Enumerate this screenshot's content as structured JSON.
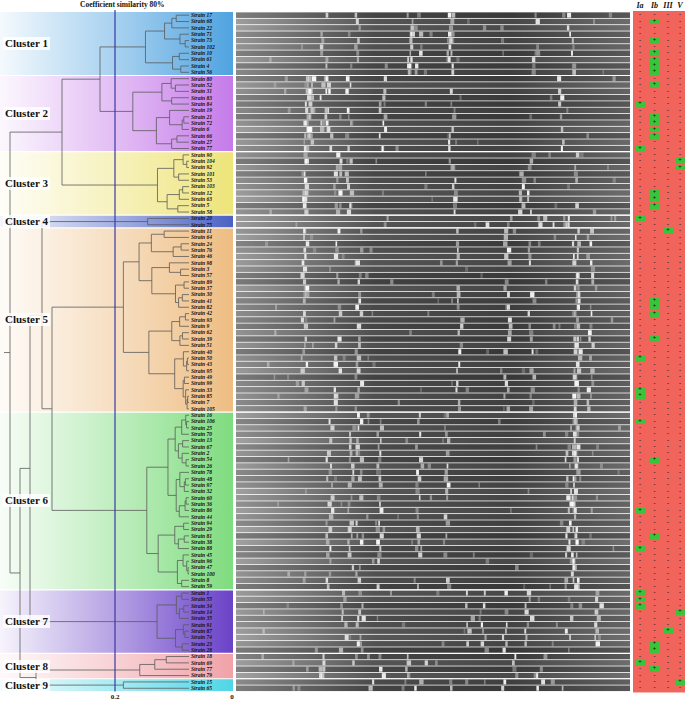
{
  "diagram": {
    "nodes": [
      {
        "text": [
          "Cluster 1",
          "Strain 17",
          "Strain 68",
          "Strain 22",
          "Strain 71",
          "Strain 73",
          "Strain 102",
          "Strain 10",
          "Strain 61",
          "Strain 4",
          "Strain 56"
        ]
      },
      {
        "text": [
          "Cluster 2",
          "Strain 80",
          "Strain 52",
          "Strain 31",
          "Strain 83",
          "Strain 84",
          "Strain 19",
          "Strain 21",
          "Strain 72",
          "Strain 6",
          "Strain 66",
          "Strain 27",
          "Strain 77"
        ]
      },
      {
        "text": [
          "Cluster 3",
          "Strain 90",
          "Strain 104",
          "Strain 92",
          "Strain 101",
          "Strain 53",
          "Strain 103",
          "Strain 12",
          "Strain 63",
          "Strain 5",
          "Strain 58"
        ]
      },
      {
        "text": [
          "Cluster 4",
          "Strain 20",
          "Strain 75"
        ]
      },
      {
        "text": [
          "Cluster 5",
          "Strain 11",
          "Strain 64",
          "Strain 24",
          "Strain 76",
          "Strain 46",
          "Strain 98",
          "Strain 3",
          "Strain 57",
          "Strain 89",
          "Strain 37",
          "Strain 30",
          "Strain 41",
          "Strain 82",
          "Strain 42",
          "Strain 93",
          "Strain 9",
          "Strain 62",
          "Strain 39",
          "Strain 51",
          "Strain 40",
          "Strain 50",
          "Strain 43",
          "Strain 95",
          "Strain 49",
          "Strain 99",
          "Strain 33",
          "Strain 85",
          "Strain 7",
          "Strain 105"
        ]
      },
      {
        "text": [
          "Cluster 6",
          "Strain 16",
          "Strain 106",
          "Strain 25",
          "Strain 70",
          "Strain 13",
          "Strain 67",
          "Strain 2",
          "Strain 54",
          "Strain 26",
          "Strain 78",
          "Strain 48",
          "Strain 97",
          "Strain 32",
          "Strain 60",
          "Strain 36",
          "Strain 86",
          "Strain 44",
          "Strain 94",
          "Strain 29",
          "Strain 81",
          "Strain 38",
          "Strain 88",
          "Strain 45",
          "Strain 96",
          "Strain 47",
          "Strain 100",
          "Strain 8",
          "Strain 59"
        ]
      },
      {
        "text": [
          "Cluster 7",
          "Strain 1",
          "Strain 55",
          "Strain 34",
          "Strain 14",
          "Strain 35",
          "Strain 91",
          "Strain 87",
          "Strain 74",
          "Strain 23",
          "Strain 28"
        ]
      },
      {
        "text": [
          "Cluster 8",
          "Strain 18",
          "Strain 69",
          "Strain 77",
          "Strain 79"
        ]
      },
      {
        "text": [
          "Cluster 9",
          "Strain 15",
          "Strain 65"
        ]
      }
    ],
    "labels": [
      "Coefficient similarity 80%",
      "Ia",
      "Ib",
      "III",
      "V",
      "-",
      "-",
      "-",
      "-",
      "-",
      "+",
      "-",
      "-",
      "-",
      "-",
      "-",
      "-",
      "-",
      "-",
      "-",
      "-",
      "-",
      "+",
      "-",
      "-",
      "-",
      "-",
      "-",
      "-",
      "-",
      "+",
      "-",
      "-",
      "-",
      "+",
      "-",
      "-",
      "-",
      "+",
      "-",
      "-",
      "-",
      "+",
      "-",
      "-",
      "-",
      "-",
      "-",
      "-",
      "-",
      "+",
      "-",
      "-",
      "-",
      "-",
      "-",
      "-",
      "-",
      "-",
      "-",
      "-",
      "+",
      "-",
      "-",
      "-",
      "-",
      "-",
      "-",
      "-",
      "-",
      "+",
      "-",
      "-",
      "-",
      "+",
      "-",
      "-",
      "-",
      "+",
      "-",
      "-",
      "-",
      "+",
      "-",
      "-",
      "-",
      "-",
      "-",
      "-",
      "+",
      "-",
      "-",
      "-",
      "-",
      "-",
      "-",
      "-",
      "-",
      "-",
      "-",
      "+",
      "-",
      "-",
      "-",
      "+",
      "-",
      "-",
      "-",
      "-",
      "-",
      "-",
      "-",
      "-",
      "-",
      "-",
      "-",
      "-",
      "-",
      "+",
      "-",
      "-",
      "-",
      "+",
      "-",
      "-",
      "-",
      "+",
      "-",
      "-",
      "-",
      "-",
      "-",
      "-",
      "+",
      "-",
      "-",
      "-",
      "-",
      "-",
      "-",
      "-",
      "-",
      "-",
      "+",
      "-",
      "-",
      "-",
      "-",
      "-",
      "-",
      "-",
      "-",
      "-",
      "-",
      "-",
      "-",
      "-",
      "-",
      "-",
      "-",
      "-",
      "-",
      "-",
      "-",
      "-",
      "-",
      "-",
      "-",
      "-",
      "-",
      "-",
      "-",
      "-",
      "-",
      "-",
      "-",
      "-",
      "-",
      "-",
      "-",
      "-",
      "-",
      "-",
      "-",
      "-",
      "-",
      "+",
      "-",
      "-",
      "-",
      "+",
      "-",
      "-",
      "-",
      "+",
      "-",
      "-",
      "-",
      "-",
      "-",
      "-",
      "-",
      "-",
      "-",
      "-",
      "-",
      "-",
      "-",
      "-",
      "-",
      "+",
      "-",
      "-",
      "-",
      "-",
      "-",
      "-",
      "-",
      "-",
      "-",
      "-",
      "+",
      "-",
      "-",
      "-",
      "-",
      "-",
      "-",
      "-",
      "-",
      "-",
      "-",
      "-",
      "-",
      "-",
      "-",
      "-",
      "-",
      "-",
      "-",
      "-",
      "+",
      "-",
      "-",
      "-",
      "+",
      "-",
      "-",
      "-",
      "-",
      "-",
      "-",
      "-",
      "-",
      "-",
      "-",
      "-",
      "-",
      "-",
      "-",
      "-",
      "+",
      "-",
      "-",
      "-",
      "-",
      "-",
      "-",
      "-",
      "-",
      "-",
      "-",
      "-",
      "-",
      "-",
      "-",
      "-",
      "-",
      "-",
      "-",
      "-",
      "-",
      "-",
      "-",
      "-",
      "-",
      "+",
      "-",
      "-",
      "-",
      "-",
      "-",
      "-",
      "-",
      "-",
      "-",
      "-",
      "-",
      "-",
      "-",
      "-",
      "-",
      "-",
      "-",
      "-",
      "-",
      "-",
      "-",
      "-",
      "-",
      "-",
      "-",
      "-",
      "-",
      "-",
      "-",
      "-",
      "+",
      "-",
      "-",
      "-",
      "-",
      "-",
      "-",
      "-",
      "-",
      "-",
      "-",
      "-",
      "-",
      "-",
      "-",
      "-",
      "-",
      "+",
      "-",
      "-",
      "-",
      "-",
      "-",
      "-",
      "+",
      "-",
      "-",
      "-",
      "-",
      "-",
      "-",
      "-",
      "-",
      "-",
      "-",
      "-",
      "-",
      "-",
      "-",
      "-",
      "-",
      "-",
      "-",
      "-",
      "-",
      "-",
      "-",
      "-",
      "-",
      "-",
      "-",
      "-",
      "+",
      "-",
      "-",
      "-",
      "+",
      "-",
      "-",
      "-",
      "+",
      "-",
      "-",
      "-",
      "-",
      "-",
      "-",
      "+",
      "-",
      "-",
      "-",
      "-",
      "-",
      "-",
      "-",
      "-",
      "-",
      "-",
      "+",
      "-",
      "-",
      "-",
      "-",
      "-",
      "-",
      "+",
      "-",
      "-",
      "-",
      "+",
      "-",
      "-",
      "-",
      "-",
      "-",
      "-",
      "+",
      "-",
      "-",
      "-",
      "-",
      "+",
      "-",
      "-",
      "-",
      "-",
      "-",
      "-",
      "-",
      "-",
      "-",
      "+",
      "-",
      "-",
      "-",
      "-",
      "0.2",
      "0"
    ]
  }
}
